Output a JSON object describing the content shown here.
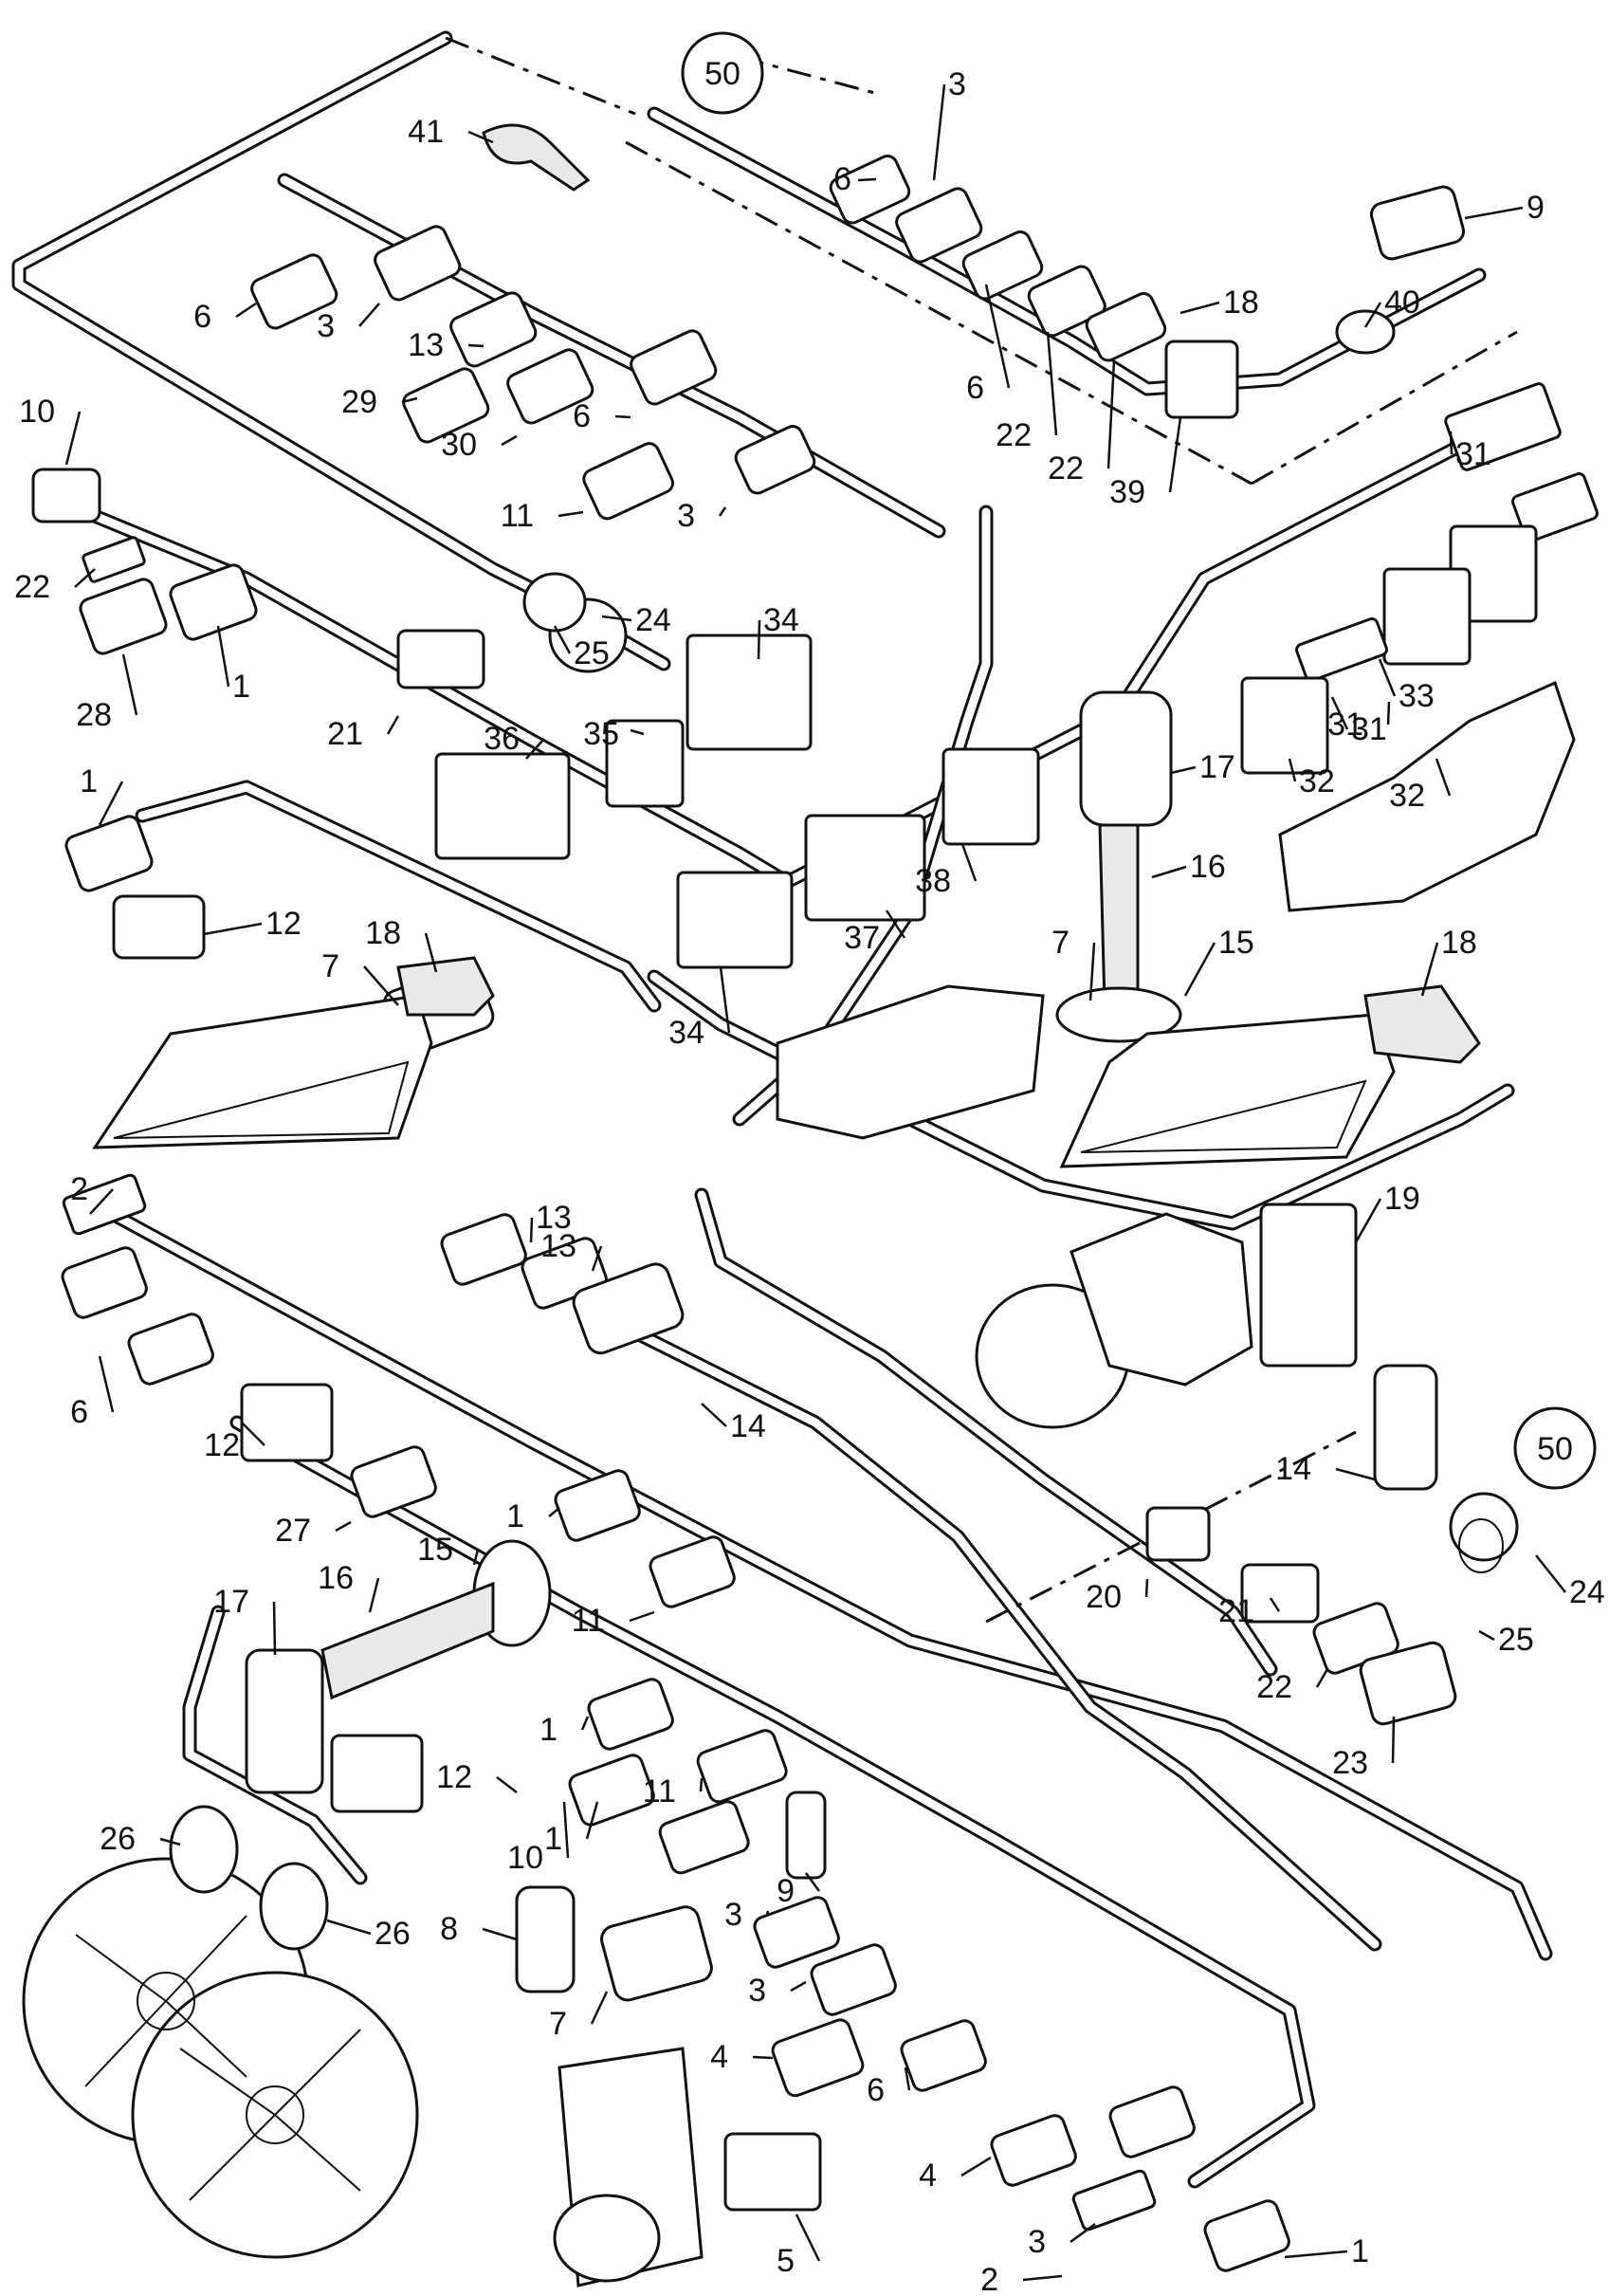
{
  "diagram": {
    "title": "",
    "ref_circle_top": "50",
    "ref_circle_right": "50",
    "callouts": [
      "41",
      "3",
      "6",
      "13",
      "29",
      "30",
      "11",
      "3",
      "6",
      "3",
      "6",
      "9",
      "18",
      "40",
      "6",
      "22",
      "22",
      "39",
      "31",
      "10",
      "22",
      "28",
      "1",
      "24",
      "25",
      "21",
      "34",
      "35",
      "36",
      "31",
      "32",
      "31",
      "33",
      "32",
      "17",
      "16",
      "1",
      "12",
      "18",
      "7",
      "38",
      "37",
      "34",
      "15",
      "7",
      "18",
      "2",
      "13",
      "13",
      "19",
      "6",
      "14",
      "14",
      "12",
      "27",
      "1",
      "15",
      "11",
      "17",
      "16",
      "20",
      "21",
      "22",
      "23",
      "25",
      "24",
      "1",
      "11",
      "12",
      "10",
      "1",
      "9",
      "26",
      "26",
      "8",
      "7",
      "3",
      "3",
      "4",
      "6",
      "4",
      "5",
      "3",
      "2",
      "1"
    ]
  }
}
